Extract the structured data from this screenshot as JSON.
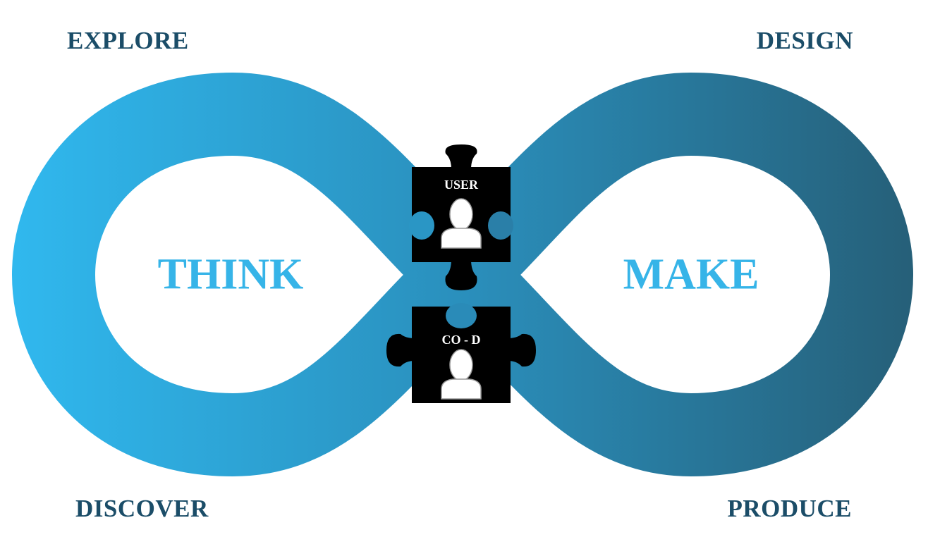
{
  "labels": {
    "top_left": "EXPLORE",
    "top_right": "DESIGN",
    "bottom_left": "DISCOVER",
    "bottom_right": "PRODUCE"
  },
  "loops": {
    "left": "THINK",
    "right": "MAKE"
  },
  "puzzle": {
    "top_piece": "USER",
    "bottom_piece": "CO - D"
  },
  "colors": {
    "gradient_start": "#30b8ee",
    "gradient_end": "#265f78",
    "label": "#1b4d68",
    "loop_text": "#36b4e8"
  }
}
